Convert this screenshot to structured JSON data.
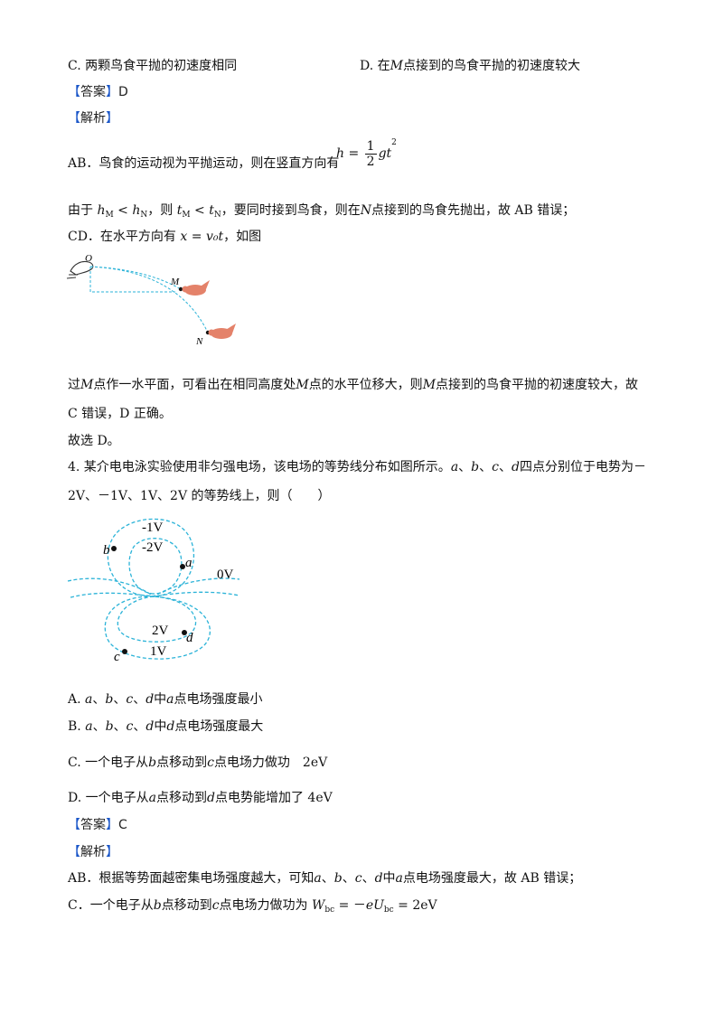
{
  "q3": {
    "opt_c": "C. 两颗鸟食平抛的初速度相同",
    "opt_d_pre": "D. 在",
    "opt_d_var": "M",
    "opt_d_post": "点接到的鸟食平抛的初速度较大",
    "answer_label": "答案",
    "answer_value": "D",
    "analysis_label": "解析",
    "ab_text": "AB．鸟食的运动视为平抛运动，则在竖直方向有",
    "formula_lhs": "h = ",
    "formula_num": "1",
    "formula_den": "2",
    "formula_rhs": "gt",
    "formula_exp": "2",
    "line_hm_1": "由于 ",
    "h": "h",
    "sub_M": "M",
    "sub_N": "N",
    "lt": " < ",
    "comma_then": "，则 ",
    "t": "t",
    "line_hm_2": "，要同时接到鸟食，则在",
    "N": "N",
    "line_hm_3": "点接到的鸟食先抛出，故 AB 错误；",
    "cd_pre": "CD．在水平方向有 ",
    "x": "x",
    "eq": " = ",
    "v0t": "v₀t",
    "cd_post": "，如图",
    "fig_O": "O",
    "fig_M": "M",
    "fig_N": "N",
    "conc_1": "过",
    "M": "M",
    "conc_2": "点作一水平面，可看出在相同高度处",
    "conc_3": "点的水平位移大，则",
    "conc_4": "点接到的鸟食平抛的初速度较大，故",
    "conc_line2": "C 错误，D 正确。",
    "choose": "故选 D。"
  },
  "q4": {
    "stem_1": "4. 某介电电泳实验使用非匀强电场，该电场的等势线分布如图所示。",
    "a": "a",
    "b": "b",
    "c": "c",
    "d": "d",
    "sep": "、",
    "stem_2": "四点分别位于电势为－",
    "stem_line2": "2V、－1V、1V、2V 的等势线上，则（　　）",
    "fig_neg1": "-1V",
    "fig_neg2": "-2V",
    "fig_0": "0V",
    "fig_2": "2V",
    "fig_1": "1V",
    "opt_a_pre": "A. ",
    "opt_mid": "中",
    "opt_a_post": "点电场强度最小",
    "opt_b_pre": "B. ",
    "opt_b_post": "点电场强度最大",
    "opt_c_1": "C. 一个电子从",
    "opt_c_2": "点移动到",
    "opt_c_3": "点电场力做功　2eV",
    "opt_d_1": "D. 一个电子从",
    "opt_d_2": "点移动到",
    "opt_d_3": "点电势能增加了 4eV",
    "answer_label": "答案",
    "answer_value": "C",
    "analysis_label": "解析",
    "ab_1": "AB．根据等势面越密集电场强度越大，可知",
    "ab_2": "点电场强度最大，故 AB 错误；",
    "c_1": "C．一个电子从",
    "c_2": "点移动到",
    "c_3": "点电场力做功为 ",
    "W": "W",
    "sub_bc": "bc",
    "c_4": " = －",
    "eU": "eU",
    "c_5": " = 2eV"
  },
  "colors": {
    "bracket": "#1a56c8",
    "curve": "#2bb3d8",
    "bird": "#e4826a"
  }
}
